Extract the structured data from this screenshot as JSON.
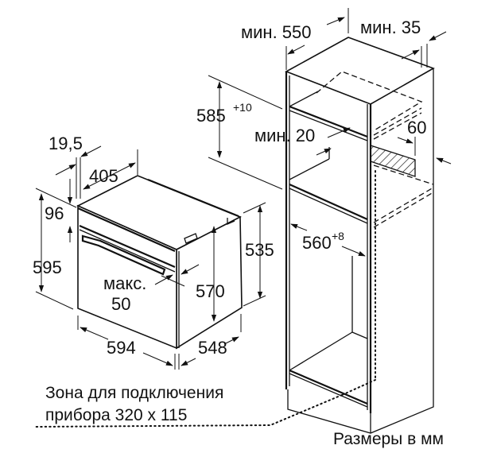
{
  "diagram": {
    "type": "installation-dimension-drawing",
    "subject": "built-in oven in tall cabinet",
    "units_note": "Размеры в мм",
    "connection_zone_note": {
      "line1": "Зона для подключения",
      "line2": "прибора 320 x 115"
    },
    "oven_dimensions": {
      "top_offset": "19,5",
      "top_depth": "405",
      "panel_height": "96",
      "front_height": "595",
      "max_gap_label": "макс.",
      "max_gap_value": "50",
      "body_height": "570",
      "side_height": "535",
      "front_width": "594",
      "depth": "548"
    },
    "cabinet_dimensions": {
      "min_depth": "мин. 550",
      "min_rear_gap": "мин. 35",
      "niche_height": "585",
      "niche_height_tol": "+10",
      "min_vent": "мин. 20",
      "vent_cutout": "60",
      "niche_width": "560",
      "niche_width_tol": "+8"
    },
    "colors": {
      "line": "#111111",
      "background": "#ffffff"
    }
  }
}
